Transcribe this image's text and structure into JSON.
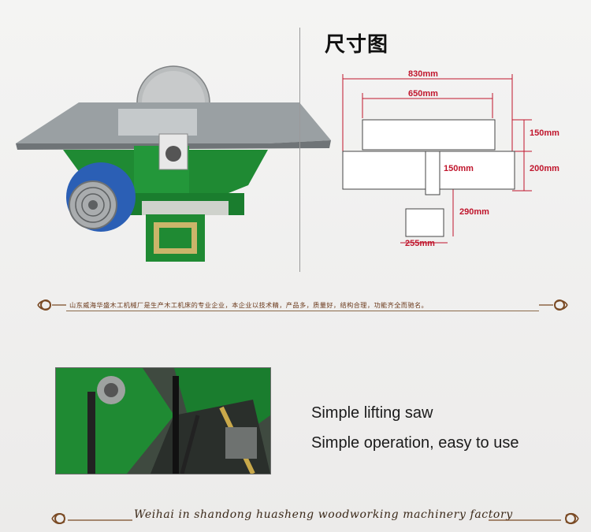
{
  "drawing": {
    "title": "尺寸图",
    "dims": {
      "overall_width": "830mm",
      "table_width": "650mm",
      "top_height": "150mm",
      "inner_height": "150mm",
      "body_height": "200mm",
      "stand_height": "290mm",
      "stand_width": "255mm"
    }
  },
  "banner_cn": "山东威海华盛木工机械厂是生产木工机床的专业企业，本企业以技术精，产品多，质量好，结构合理，功能齐全而驰名。",
  "features": {
    "line1": "Simple lifting saw",
    "line2": "Simple operation, easy to use"
  },
  "footer": "Weihai in shandong huasheng woodworking machinery factory",
  "colors": {
    "dimension_red": "#c0152c",
    "machine_green": "#1f8a33",
    "ornament_brown": "#7a4a24"
  }
}
